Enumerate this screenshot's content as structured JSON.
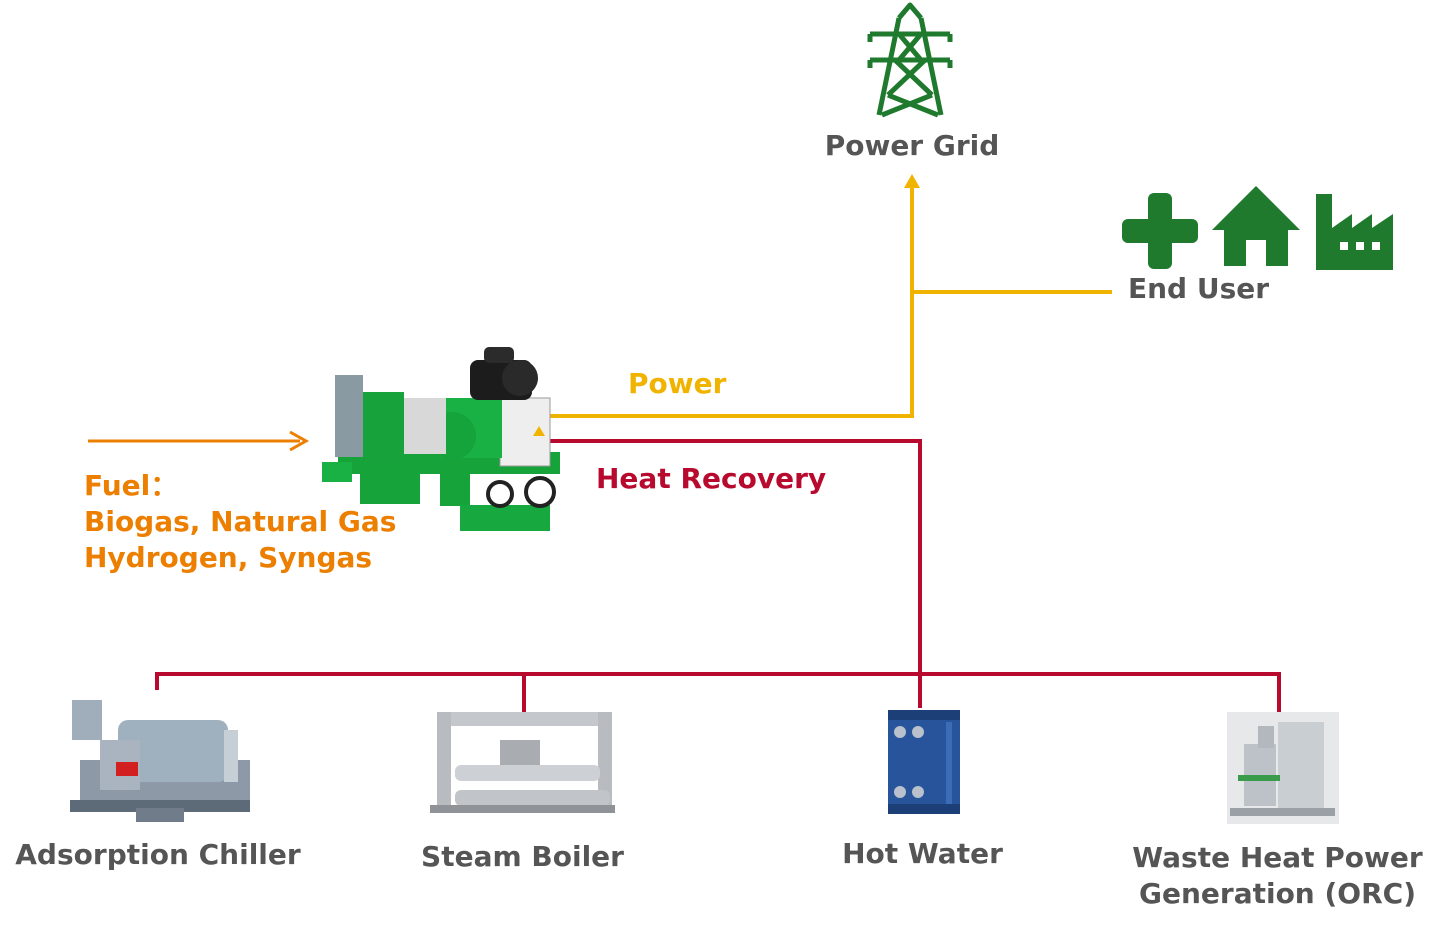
{
  "colors": {
    "power": "#f0b400",
    "heat": "#b8092e",
    "fuel": "#ec7e00",
    "green": "#1f7a2e",
    "gray": "#555555"
  },
  "labels": {
    "power_grid": "Power Grid",
    "end_user": "End User",
    "power": "Power",
    "heat_recovery": "Heat Recovery",
    "fuel_title": "Fuel：",
    "fuel_line1": "Biogas, Natural Gas",
    "fuel_line2": "Hydrogen, Syngas",
    "adsorption_chiller": "Adsorption Chiller",
    "steam_boiler": "Steam Boiler",
    "hot_water": "Hot Water",
    "orc_line1": "Waste Heat Power",
    "orc_line2": "Generation (ORC)"
  },
  "icons": {
    "grid": "power-tower-icon",
    "end_users": [
      "medical-cross-icon",
      "house-icon",
      "factory-icon"
    ]
  }
}
